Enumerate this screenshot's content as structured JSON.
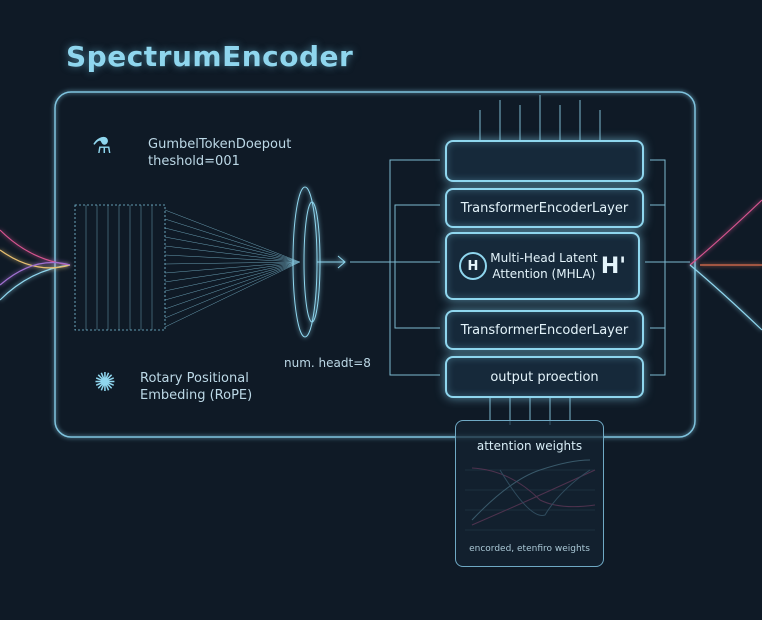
{
  "title": "SpectrumEncoder",
  "dropout": {
    "line1": "GumbelTokenDoepout",
    "line2": "theshold=001"
  },
  "rope": {
    "line1": "Rotary Positional",
    "line2": "Embeding (RoPE)"
  },
  "num_heads": "num. headt=8",
  "layers": {
    "layer1": "TransformerEncoderLayer",
    "mhla_line1": "Multi-Head Latent",
    "mhla_line2": "Attention (MHLA)",
    "mhla_badge_left": "H",
    "mhla_badge_right": "H'",
    "layer2": "TransformerEncoderLayer",
    "output": "output proection"
  },
  "chart": {
    "title": "attention weights",
    "caption": "encorded, etenfiro weights"
  },
  "colors": {
    "accent": "#8fd6ee",
    "pink": "#d6548f",
    "bg": "#0f1a26"
  }
}
